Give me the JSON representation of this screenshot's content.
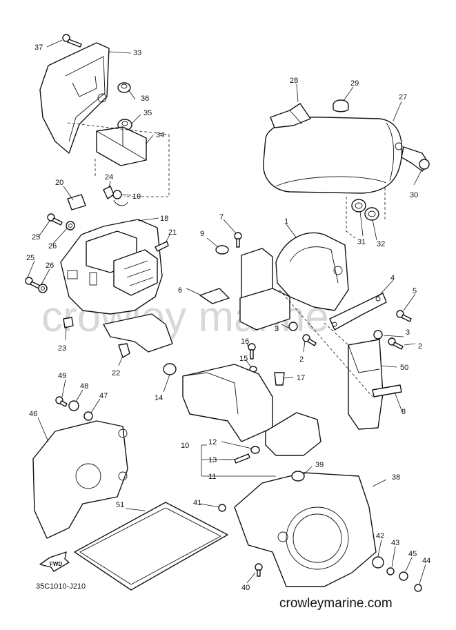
{
  "diagram": {
    "watermark": "crowley marine",
    "diagram_code": "35C1010-J210",
    "site": "crowleymarine.com",
    "fwd_label": "FWD",
    "callouts": [
      {
        "id": "37",
        "label": "37"
      },
      {
        "id": "33",
        "label": "33"
      },
      {
        "id": "36",
        "label": "36"
      },
      {
        "id": "35",
        "label": "35"
      },
      {
        "id": "34",
        "label": "34"
      },
      {
        "id": "28",
        "label": "28"
      },
      {
        "id": "29",
        "label": "29"
      },
      {
        "id": "27",
        "label": "27"
      },
      {
        "id": "30",
        "label": "30"
      },
      {
        "id": "24",
        "label": "24"
      },
      {
        "id": "19",
        "label": "19"
      },
      {
        "id": "20",
        "label": "20"
      },
      {
        "id": "18",
        "label": "18"
      },
      {
        "id": "21",
        "label": "21"
      },
      {
        "id": "25a",
        "label": "25"
      },
      {
        "id": "26a",
        "label": "26"
      },
      {
        "id": "25b",
        "label": "25"
      },
      {
        "id": "26b",
        "label": "26"
      },
      {
        "id": "23",
        "label": "23"
      },
      {
        "id": "22",
        "label": "22"
      },
      {
        "id": "7",
        "label": "7"
      },
      {
        "id": "9",
        "label": "9"
      },
      {
        "id": "1",
        "label": "1"
      },
      {
        "id": "31",
        "label": "31"
      },
      {
        "id": "32",
        "label": "32"
      },
      {
        "id": "6",
        "label": "6"
      },
      {
        "id": "4",
        "label": "4"
      },
      {
        "id": "5",
        "label": "5"
      },
      {
        "id": "3a",
        "label": "3"
      },
      {
        "id": "2a",
        "label": "2"
      },
      {
        "id": "3b",
        "label": "3"
      },
      {
        "id": "2b",
        "label": "2"
      },
      {
        "id": "16",
        "label": "16"
      },
      {
        "id": "15",
        "label": "15"
      },
      {
        "id": "17",
        "label": "17"
      },
      {
        "id": "50",
        "label": "50"
      },
      {
        "id": "14",
        "label": "14"
      },
      {
        "id": "8",
        "label": "8"
      },
      {
        "id": "49",
        "label": "49"
      },
      {
        "id": "48",
        "label": "48"
      },
      {
        "id": "47",
        "label": "47"
      },
      {
        "id": "46",
        "label": "46"
      },
      {
        "id": "10",
        "label": "10"
      },
      {
        "id": "12",
        "label": "12"
      },
      {
        "id": "13",
        "label": "13"
      },
      {
        "id": "11",
        "label": "11"
      },
      {
        "id": "39",
        "label": "39"
      },
      {
        "id": "38",
        "label": "38"
      },
      {
        "id": "51",
        "label": "51"
      },
      {
        "id": "41",
        "label": "41"
      },
      {
        "id": "42",
        "label": "42"
      },
      {
        "id": "43",
        "label": "43"
      },
      {
        "id": "45",
        "label": "45"
      },
      {
        "id": "44",
        "label": "44"
      },
      {
        "id": "40",
        "label": "40"
      }
    ]
  }
}
